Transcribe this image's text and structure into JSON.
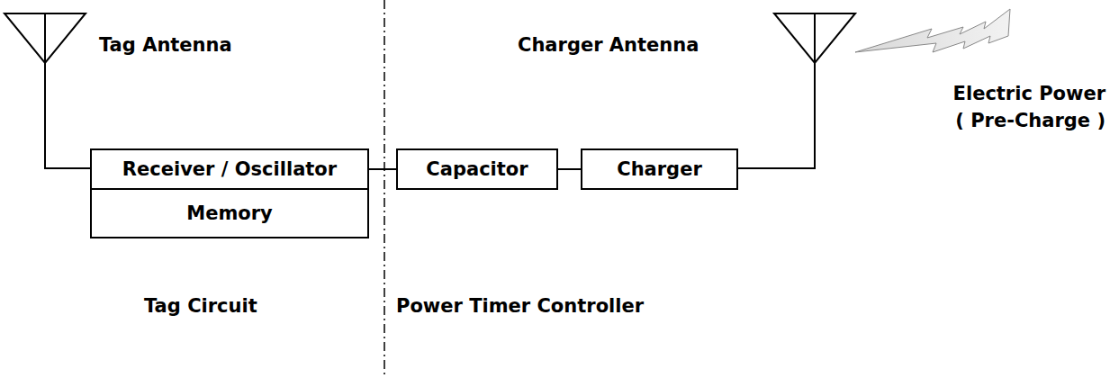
{
  "diagram": {
    "nodes": [
      {
        "text": [
          "Receiver / Oscillator"
        ]
      },
      {
        "text": [
          "Memory"
        ]
      },
      {
        "text": [
          "Capacitor"
        ]
      },
      {
        "text": [
          "Charger"
        ]
      }
    ],
    "edges": [
      {
        "from": 0,
        "to": 2,
        "arrow": "none"
      },
      {
        "from": 2,
        "to": 3,
        "arrow": "none"
      }
    ],
    "labels": [
      "Tag Antenna",
      "Charger Antenna",
      "Electric Power",
      "( Pre-Charge )",
      "Tag Circuit",
      "Power Timer Controller"
    ]
  }
}
